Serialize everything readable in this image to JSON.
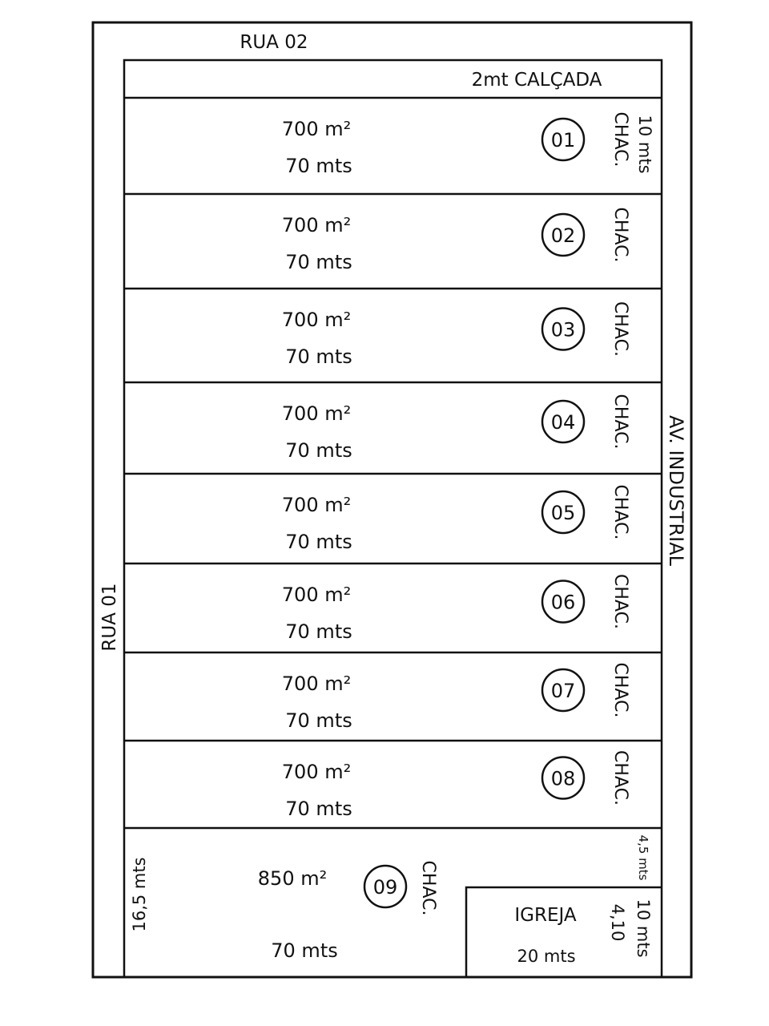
{
  "streets": {
    "top": "RUA 02",
    "left": "RUA 01",
    "right": "AV. INDUSTRIAL"
  },
  "sidewalk": "2mt CALÇADA",
  "lots": [
    {
      "number": "01",
      "area": "700 m²",
      "length": "70 mts",
      "type": "CHAC.",
      "width": "10 mts"
    },
    {
      "number": "02",
      "area": "700 m²",
      "length": "70 mts",
      "type": "CHAC."
    },
    {
      "number": "03",
      "area": "700 m²",
      "length": "70 mts",
      "type": "CHAC."
    },
    {
      "number": "04",
      "area": "700 m²",
      "length": "70 mts",
      "type": "CHAC."
    },
    {
      "number": "05",
      "area": "700 m²",
      "length": "70 mts",
      "type": "CHAC."
    },
    {
      "number": "06",
      "area": "700 m²",
      "length": "70 mts",
      "type": "CHAC."
    },
    {
      "number": "07",
      "area": "700 m²",
      "length": "70 mts",
      "type": "CHAC."
    },
    {
      "number": "08",
      "area": "700 m²",
      "length": "70 mts",
      "type": "CHAC."
    }
  ],
  "lot9": {
    "number": "09",
    "area": "850 m²",
    "length": "70 mts",
    "type": "CHAC.",
    "width": "16,5 mts",
    "gap": "4,5 mts"
  },
  "church": {
    "label": "IGREJA",
    "length": "20 mts",
    "width": "10 mts",
    "side": "4,10"
  }
}
